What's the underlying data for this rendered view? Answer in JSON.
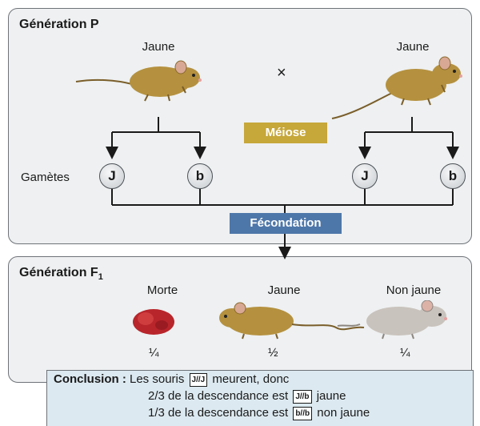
{
  "generation_p": {
    "heading": "Génération P",
    "parent_left_label": "Jaune",
    "parent_right_label": "Jaune",
    "cross_symbol": "×",
    "meiose_label": "Méiose",
    "gametes_label": "Gamètes",
    "gametes": [
      "J",
      "b",
      "J",
      "b"
    ],
    "fecondation_label": "Fécondation"
  },
  "generation_f1": {
    "heading": "Génération F",
    "heading_sub": "1",
    "offspring": [
      {
        "label": "Morte",
        "fraction": "¼"
      },
      {
        "label": "Jaune",
        "fraction": "½"
      },
      {
        "label": "Non jaune",
        "fraction": "¼"
      }
    ]
  },
  "conclusion": {
    "prefix": "Conclusion :",
    "line1_a": "Les souris",
    "line1_geno": "J//J",
    "line1_b": "meurent, donc",
    "line2_a": "2/3 de la descendance est",
    "line2_geno": "J//b",
    "line2_b": "jaune",
    "line3_a": "1/3 de la descendance est",
    "line3_geno": "b//b",
    "line3_b": "non jaune"
  },
  "colors": {
    "meiose_tag": "#c6a73a",
    "fecondation_tag": "#4e77a9",
    "panel_bg": "#eef0f1",
    "conclusion_bg": "#dce9f0",
    "yellow_mouse": "#b5913f",
    "grey_mouse": "#c9c3bd",
    "dead_mouse": "#b8252b"
  }
}
